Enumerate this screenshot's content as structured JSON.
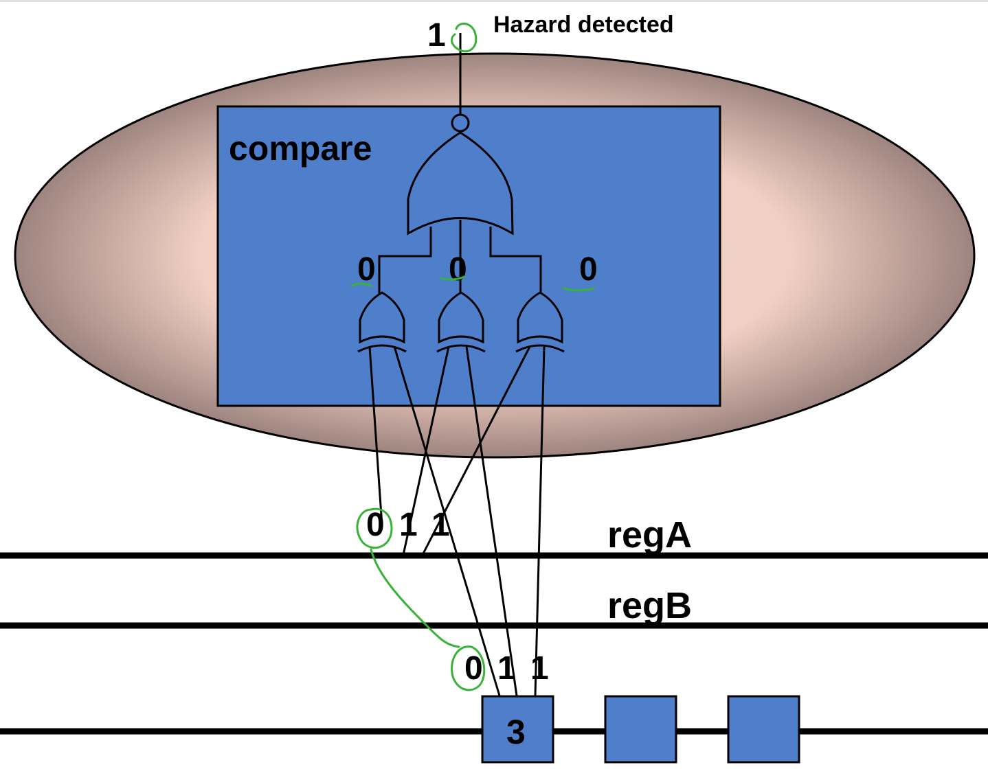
{
  "output": {
    "value": "1",
    "label": "Hazard detected"
  },
  "compare": {
    "label": "compare",
    "xor_outputs": [
      "0",
      "0",
      "0"
    ]
  },
  "regA": {
    "label": "regA",
    "bits": [
      "0",
      "1",
      "1"
    ]
  },
  "regB": {
    "label": "regB"
  },
  "dest": {
    "bits": [
      "0",
      "1",
      "1"
    ],
    "boxes": [
      "3",
      "",
      ""
    ]
  },
  "colors": {
    "ellipse_fill_center": "#f6d8cc",
    "ellipse_fill_edge": "#9e847f",
    "compare_box": "#4f7ecb",
    "annotation_ink": "#38b338",
    "wire": "#000000"
  }
}
